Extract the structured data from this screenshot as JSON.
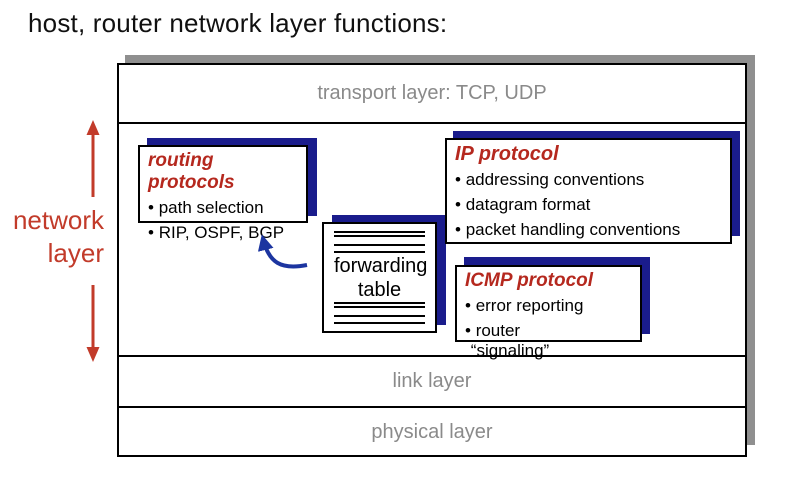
{
  "slide": {
    "title": "host, router network layer functions:"
  },
  "side_label": {
    "line1": "network",
    "line2": "layer"
  },
  "stack": {
    "transport_label": "transport layer: TCP, UDP",
    "link_label": "link layer",
    "physical_label": "physical layer"
  },
  "routing_box": {
    "title": "routing protocols",
    "bullets": [
      "path selection",
      "RIP, OSPF, BGP"
    ]
  },
  "ip_box": {
    "title": "IP protocol",
    "bullets": [
      "addressing conventions",
      "datagram format",
      "packet handling conventions"
    ]
  },
  "forwarding_box": {
    "line1": "forwarding",
    "line2": "table"
  },
  "icmp_box": {
    "title": "ICMP protocol",
    "bullets": [
      "error reporting",
      "router"
    ],
    "wrapped_text": "“signaling”"
  },
  "colors": {
    "red_accent": "#b5281e",
    "navy_shadow": "#1a1c8c",
    "arrow_blue": "#1c35a0",
    "gray_label": "#8a8a8a",
    "gray_shadow": "#8f8f8f"
  }
}
